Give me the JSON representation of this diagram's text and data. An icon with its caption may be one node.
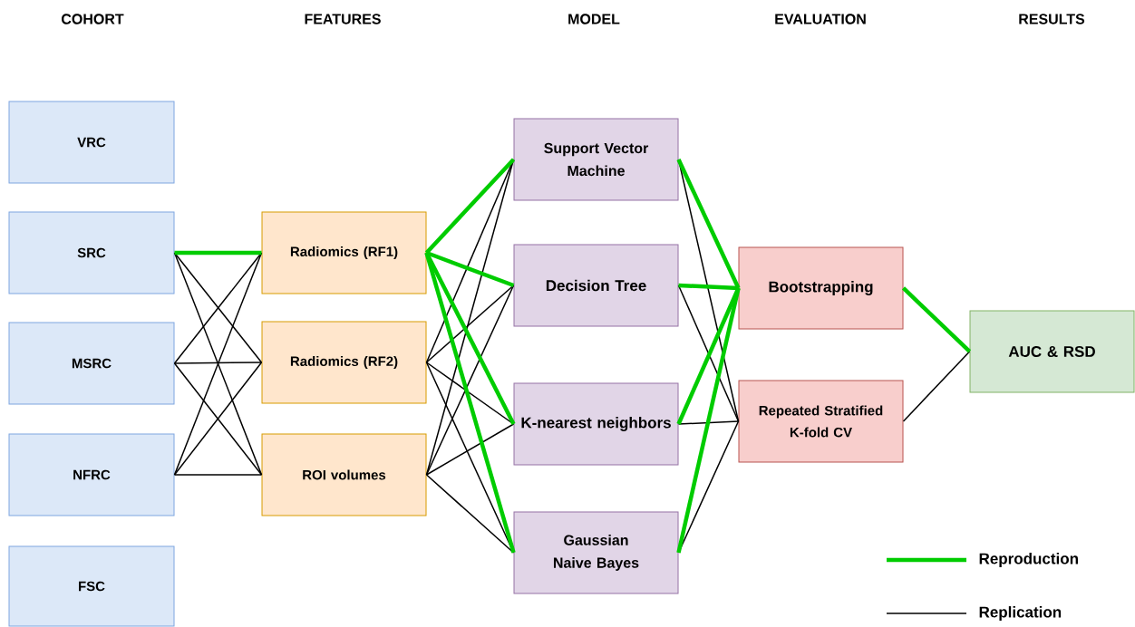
{
  "diagram": {
    "nodes": [
      {
        "text": [
          "VRC"
        ]
      },
      {
        "text": [
          "SRC"
        ]
      },
      {
        "text": [
          "MSRC"
        ]
      },
      {
        "text": [
          "NFRC"
        ]
      },
      {
        "text": [
          "FSC"
        ]
      },
      {
        "text": [
          "Radiomics (RF1)"
        ]
      },
      {
        "text": [
          "Radiomics (RF2)"
        ]
      },
      {
        "text": [
          "ROI volumes"
        ]
      },
      {
        "text": [
          "Support Vector Machine"
        ]
      },
      {
        "text": [
          "Decision Tree"
        ]
      },
      {
        "text": [
          "K-nearest neighbors"
        ]
      },
      {
        "text": [
          "Gaussian Naive Bayes"
        ]
      },
      {
        "text": [
          "Bootstrapping"
        ]
      },
      {
        "text": [
          "Repeated Stratified K-fold CV"
        ]
      },
      {
        "text": [
          "AUC & RSD"
        ]
      }
    ],
    "edges": [
      {
        "from": 1,
        "to": 5,
        "arrow": "none",
        "style": "thick",
        "color": "#00cc00"
      },
      {
        "from": 1,
        "to": 6,
        "arrow": "none"
      },
      {
        "from": 1,
        "to": 7,
        "arrow": "none"
      },
      {
        "from": 2,
        "to": 5,
        "arrow": "none"
      },
      {
        "from": 2,
        "to": 6,
        "arrow": "none"
      },
      {
        "from": 2,
        "to": 7,
        "arrow": "none"
      },
      {
        "from": 3,
        "to": 5,
        "arrow": "none"
      },
      {
        "from": 3,
        "to": 6,
        "arrow": "none"
      },
      {
        "from": 3,
        "to": 7,
        "arrow": "none"
      },
      {
        "from": 5,
        "to": 8,
        "arrow": "none",
        "style": "thick",
        "color": "#00cc00"
      },
      {
        "from": 5,
        "to": 9,
        "arrow": "none",
        "style": "thick",
        "color": "#00cc00"
      },
      {
        "from": 5,
        "to": 10,
        "arrow": "none",
        "style": "thick",
        "color": "#00cc00"
      },
      {
        "from": 5,
        "to": 11,
        "arrow": "none",
        "style": "thick",
        "color": "#00cc00"
      },
      {
        "from": 6,
        "to": 8,
        "arrow": "none"
      },
      {
        "from": 6,
        "to": 9,
        "arrow": "none"
      },
      {
        "from": 6,
        "to": 10,
        "arrow": "none"
      },
      {
        "from": 6,
        "to": 11,
        "arrow": "none"
      },
      {
        "from": 7,
        "to": 8,
        "arrow": "none"
      },
      {
        "from": 7,
        "to": 9,
        "arrow": "none"
      },
      {
        "from": 7,
        "to": 10,
        "arrow": "none"
      },
      {
        "from": 7,
        "to": 11,
        "arrow": "none"
      },
      {
        "from": 8,
        "to": 12,
        "arrow": "none",
        "style": "thick",
        "color": "#00cc00"
      },
      {
        "from": 9,
        "to": 12,
        "arrow": "none",
        "style": "thick",
        "color": "#00cc00"
      },
      {
        "from": 10,
        "to": 12,
        "arrow": "none",
        "style": "thick",
        "color": "#00cc00"
      },
      {
        "from": 11,
        "to": 12,
        "arrow": "none",
        "style": "thick",
        "color": "#00cc00"
      },
      {
        "from": 8,
        "to": 13,
        "arrow": "none"
      },
      {
        "from": 9,
        "to": 13,
        "arrow": "none"
      },
      {
        "from": 10,
        "to": 13,
        "arrow": "none"
      },
      {
        "from": 11,
        "to": 13,
        "arrow": "none"
      },
      {
        "from": 12,
        "to": 14,
        "arrow": "none",
        "style": "thick",
        "color": "#00cc00"
      },
      {
        "from": 13,
        "to": 14,
        "arrow": "none"
      }
    ],
    "labels": [
      "COHORT",
      "FEATURES",
      "MODEL",
      "EVALUATION",
      "RESULTS"
    ],
    "legend": [
      {
        "text": "Reproduction"
      },
      {
        "text": "Replication"
      }
    ]
  }
}
